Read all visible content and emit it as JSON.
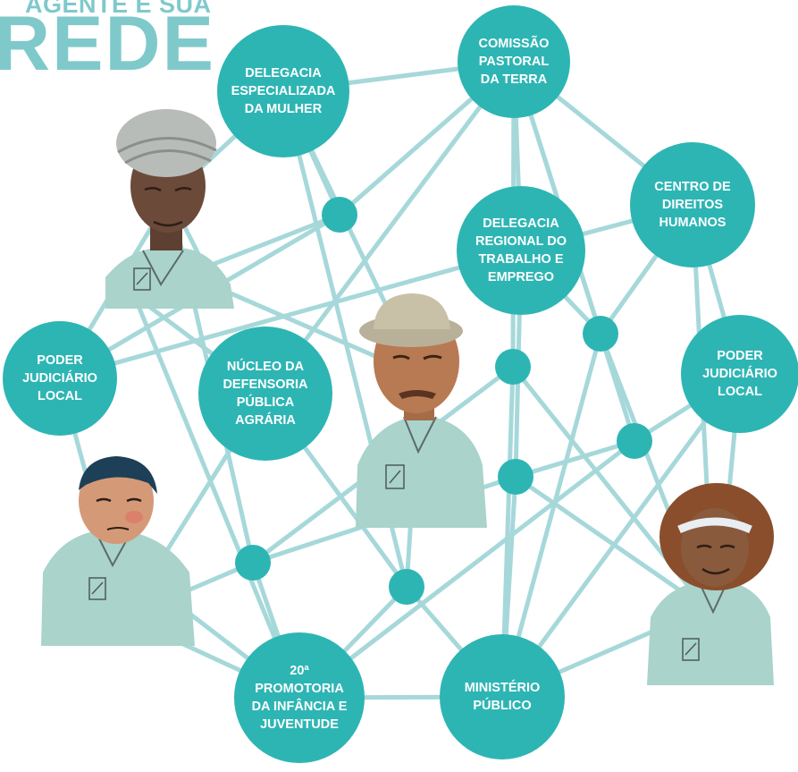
{
  "title": {
    "line1": "AGENTE E SUA",
    "line2": "REDE"
  },
  "colors": {
    "node_fill": "#2db5b4",
    "edge_color": "#a6d8da",
    "title_color": "#7fc9cb",
    "label_color": "#ffffff"
  },
  "nodes": [
    {
      "id": "delegacia-mulher",
      "label": "DELEGACIA\nESPECIALIZADA\nDA MULHER"
    },
    {
      "id": "comissao-pastoral",
      "label": "COMISSÃO\nPASTORAL\nDA TERRA"
    },
    {
      "id": "centro-direitos",
      "label": "CENTRO DE\nDIREITOS\nHUMANOS"
    },
    {
      "id": "delegacia-regional",
      "label": "DELEGACIA\nREGIONAL DO\nTRABALHO E\nEMPREGO"
    },
    {
      "id": "poder-judiciario-left",
      "label": "PODER\nJUDICIÁRIO\nLOCAL"
    },
    {
      "id": "nucleo-defensoria",
      "label": "NÚCLEO DA\nDEFENSORIA\nPÚBLICA\nAGRÁRIA"
    },
    {
      "id": "poder-judiciario-right",
      "label": "PODER\nJUDICIÁRIO\nLOCAL"
    },
    {
      "id": "promotoria",
      "label": "20ª\nPROMOTORIA\nDA INFÂNCIA E\nJUVENTUDE"
    },
    {
      "id": "ministerio-publico",
      "label": "MINISTÉRIO\nPÚBLICO"
    }
  ],
  "connector_dots": 8,
  "agents": [
    {
      "id": "agent-elderly-woman-turban",
      "shirt": "#a9d3cb",
      "skin": "#6b4a3a"
    },
    {
      "id": "agent-man-hat",
      "shirt": "#a9d3cb",
      "skin": "#b87a52"
    },
    {
      "id": "agent-young-man",
      "shirt": "#a9d3cb",
      "skin": "#d49a78"
    },
    {
      "id": "agent-woman-curly-hair",
      "shirt": "#a9d3cb",
      "skin": "#8a5a3c"
    }
  ]
}
